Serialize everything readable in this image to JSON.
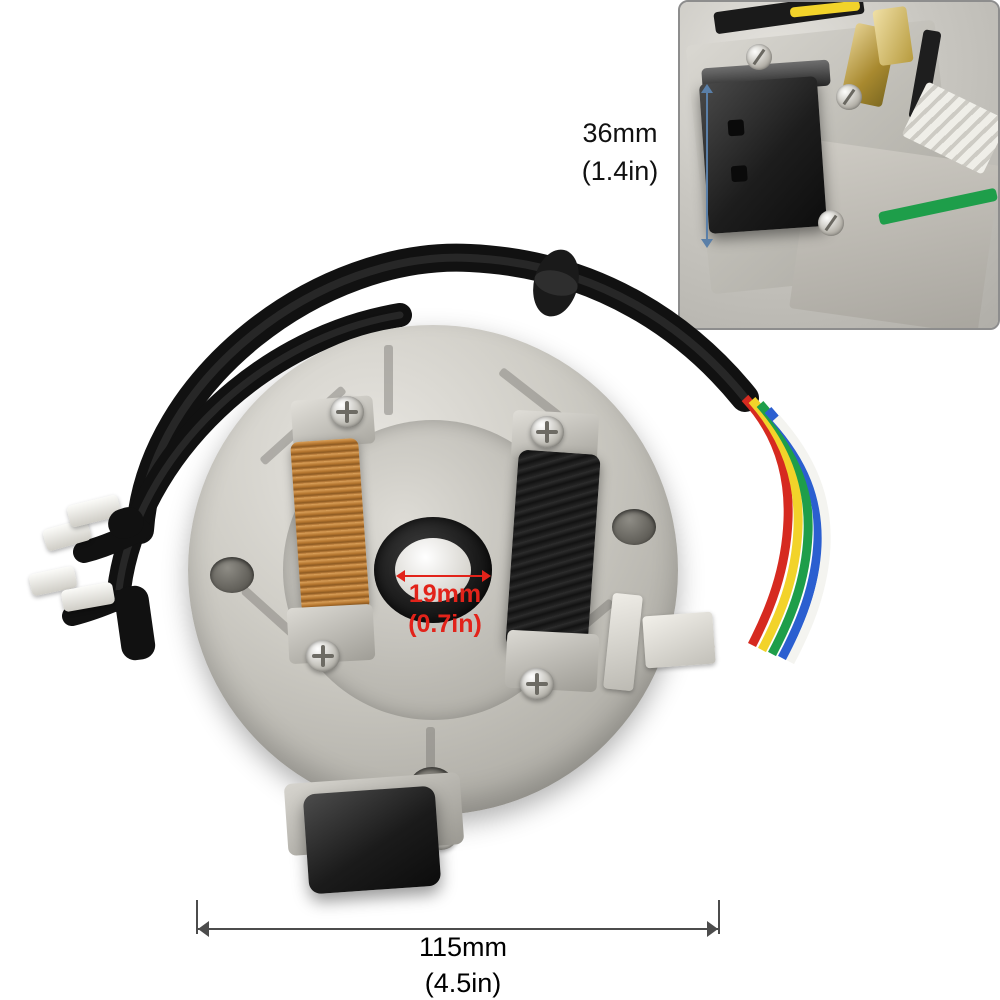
{
  "image": {
    "subject": "motorcycle-stator-magneto-plate",
    "background_color": "#ffffff"
  },
  "annotations": {
    "outer_diameter": {
      "mm_label": "115mm",
      "in_label": "(4.5in)",
      "color": "#000000",
      "position": "bottom-center"
    },
    "bore_diameter": {
      "mm_label": "19mm",
      "in_label": "(0.7in)",
      "color": "#e2231a",
      "position": "center-hub"
    },
    "coil_height": {
      "mm_label": "36mm",
      "in_label": "(1.4in)",
      "color": "#000000",
      "position": "inset-left"
    }
  },
  "inset": {
    "name": "detail-photo",
    "border_color": "#8d8d8d"
  },
  "parts": {
    "copper_coil": "copper-winding-coil",
    "black_coil": "tape-wrapped-coil",
    "hub": "center-bore-hub",
    "module": "black-pickup-module",
    "connector": "white-wire-connector",
    "bullet_terminals": "bullet-terminal-connectors"
  },
  "wire_colors": {
    "red": "#d62a20",
    "yellow": "#f2d32a",
    "green": "#1e9e4a",
    "blue": "#2b5fd0",
    "white": "#f4f4f0",
    "black": "#111111"
  }
}
